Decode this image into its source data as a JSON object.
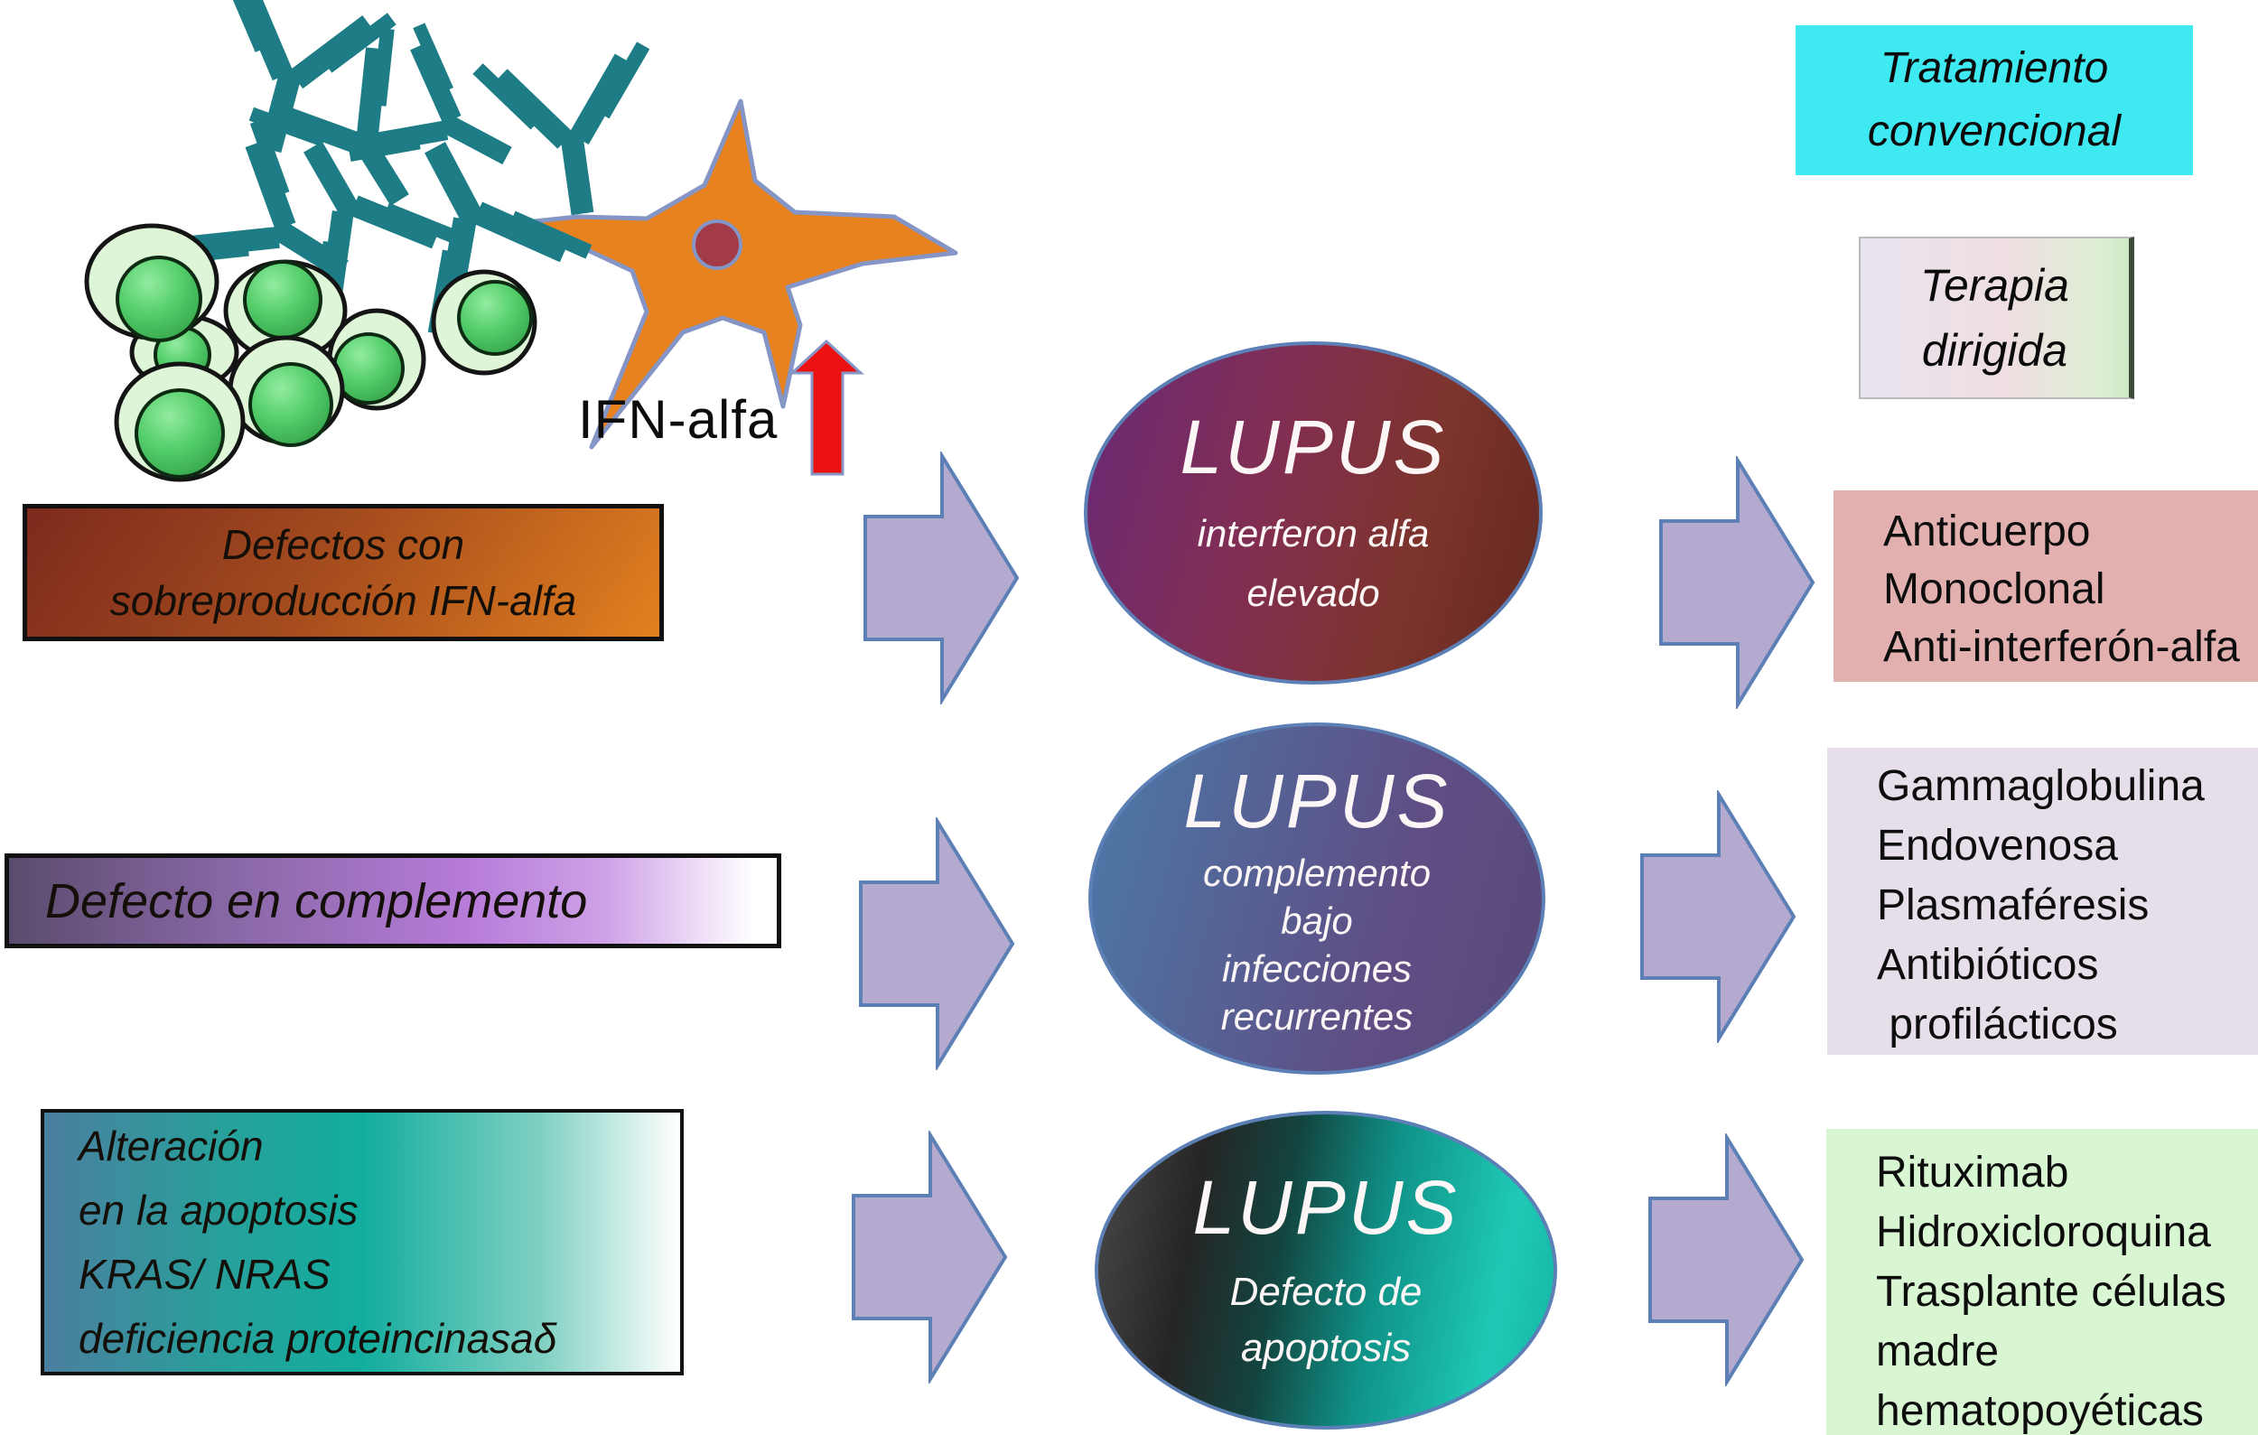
{
  "labels": {
    "ifn": "IFN-alfa"
  },
  "title_boxes": {
    "conventional": {
      "lines": [
        "Tratamiento",
        "convencional"
      ]
    },
    "targeted": {
      "lines": [
        "Terapia",
        "dirigida"
      ]
    }
  },
  "causes": [
    {
      "lines": [
        "Defectos con",
        "sobreproducción IFN-alfa"
      ]
    },
    {
      "lines": [
        "Defecto en complemento"
      ]
    },
    {
      "lines": [
        "Alteración",
        "en la apoptosis",
        "KRAS/ NRAS",
        "deficiencia proteincinasaδ"
      ]
    }
  ],
  "lupus_nodes": [
    {
      "title": "LUPUS",
      "lines": [
        "interferon alfa",
        "elevado"
      ]
    },
    {
      "title": "LUPUS",
      "lines": [
        "complemento",
        "bajo",
        "infecciones",
        "recurrentes"
      ]
    },
    {
      "title": "LUPUS",
      "lines": [
        "Defecto de",
        "apoptosis"
      ]
    }
  ],
  "treatments": [
    {
      "lines": [
        "Anticuerpo",
        "Monoclonal",
        "Anti-interferón-alfa"
      ]
    },
    {
      "lines": [
        "Gammaglobulina",
        "Endovenosa",
        "Plasmaféresis",
        "Antibióticos",
        " profilácticos"
      ]
    },
    {
      "lines": [
        "Rituximab",
        "Hidroxicloroquina",
        "Trasplante células",
        "madre",
        "hematopoyéticas"
      ]
    }
  ],
  "icons": {
    "cells": "b-cell-cluster-icon",
    "antibodies": "antibody-y-icon",
    "dendritic": "dendritic-cell-icon",
    "red_arrow": "red-up-arrow-icon",
    "flow_arrow": "right-block-arrow-icon"
  },
  "colors": {
    "antibody_teal": "#1D7C85",
    "cell_outer": "#DFF5D8",
    "cell_inner": "#46C35C",
    "dendritic_orange": "#E8821E",
    "nucleus_red": "#A33B46",
    "red_arrow": "#EE1111",
    "flow_arrow_fill": "#B4A9CE",
    "flow_arrow_stroke": "#5C80B6",
    "conventional_box": "#3FE9F2",
    "treatment_pink": "#E2B1AF",
    "treatment_lavender": "#E6DFEA",
    "treatment_green": "#D9F6D3"
  }
}
